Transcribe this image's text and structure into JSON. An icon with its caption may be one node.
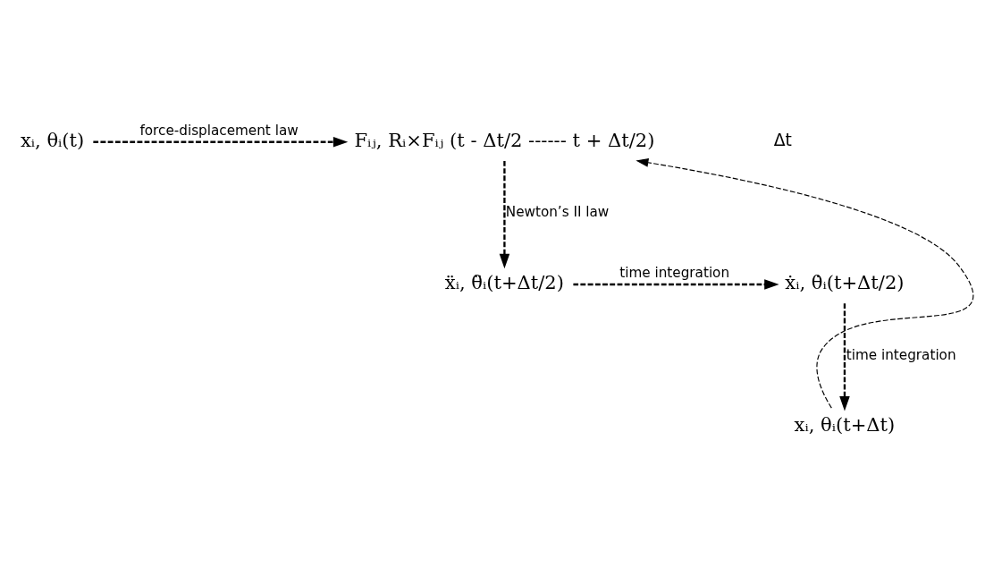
{
  "diagram": {
    "nodes": [
      {
        "text": [
          "xᵢ, θᵢ(t)"
        ]
      },
      {
        "text": [
          "Fᵢⱼ, Rᵢ×Fᵢⱼ (t - Δt/2 ------ t + Δt/2)"
        ]
      },
      {
        "text": [
          "xᵢ, θᵢ(t+Δt)"
        ]
      },
      {
        "text": [
          "ẋᵢ, θ̇ᵢ(t+Δt/2)"
        ]
      },
      {
        "text": [
          "ẍᵢ, θ̈ᵢ(t+Δt/2)"
        ]
      }
    ],
    "edges": [
      {
        "from": 0,
        "to": 1,
        "arrow": "to",
        "label": "force-displacement law",
        "style": "dashed"
      },
      {
        "from": 2,
        "to": 1,
        "arrow": "to",
        "style": "dashed"
      },
      {
        "from": 1,
        "to": 4,
        "arrow": "to",
        "label": "Newton’s II law",
        "style": "dashed"
      },
      {
        "from": 4,
        "to": 3,
        "arrow": "to",
        "label": "time integration",
        "style": "dashed"
      },
      {
        "from": 3,
        "to": 2,
        "arrow": "to",
        "label": "time integration",
        "style": "dashed"
      }
    ],
    "labels": [
      "Δt"
    ]
  }
}
